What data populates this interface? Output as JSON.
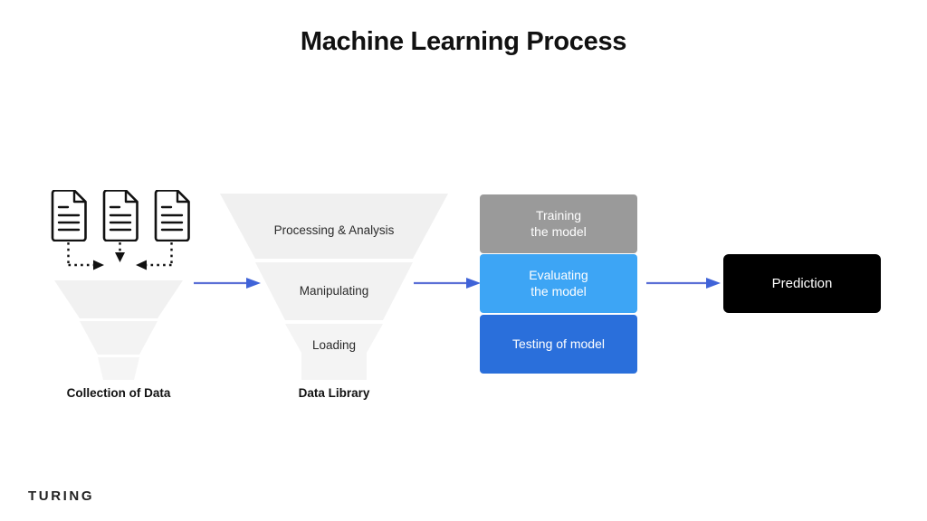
{
  "page": {
    "title": "Machine Learning Process",
    "background": "#ffffff",
    "logo": "TURING"
  },
  "stage_collection": {
    "caption": "Collection of Data",
    "documents": [
      {
        "name": "document-icon-1"
      },
      {
        "name": "document-icon-2"
      },
      {
        "name": "document-icon-3"
      }
    ]
  },
  "stage_library": {
    "caption": "Data Library",
    "segments": [
      {
        "label": "Processing & Analysis",
        "color": "#f0f0f0"
      },
      {
        "label": "Manipulating",
        "color": "#f2f2f2"
      },
      {
        "label": "Loading",
        "color": "#f4f4f4"
      }
    ]
  },
  "stage_model": {
    "boxes": [
      {
        "label": "Training\nthe model",
        "line1": "Training",
        "line2": "the model",
        "color": "#9a9a9a"
      },
      {
        "label": "Evaluating\nthe model",
        "line1": "Evaluating",
        "line2": "the model",
        "color": "#3da5f5"
      },
      {
        "label": "Testing of model",
        "line1": "Testing of model",
        "line2": "",
        "color": "#2a6fdb"
      }
    ]
  },
  "stage_prediction": {
    "label": "Prediction",
    "color": "#000000"
  },
  "arrows": {
    "color": "#5b6fd6",
    "items": [
      {
        "name": "arrow-collection-to-library"
      },
      {
        "name": "arrow-library-to-model"
      },
      {
        "name": "arrow-model-to-prediction"
      }
    ]
  },
  "colors": {
    "accent_blue": "#4a6fe0",
    "light_blue": "#3da5f5",
    "deep_blue": "#2a6fdb",
    "gray": "#9a9a9a",
    "black": "#000000",
    "funnel_light": "#f1f1f1"
  }
}
